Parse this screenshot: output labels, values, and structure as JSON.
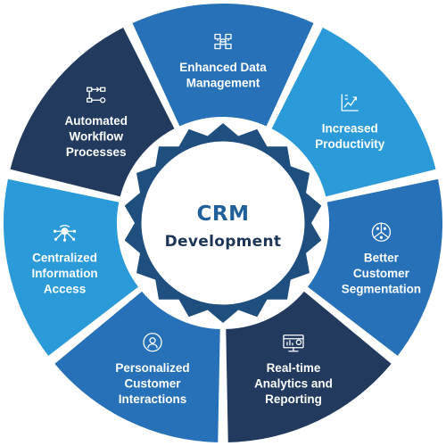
{
  "center": {
    "title": "CRM",
    "subtitle": "Development"
  },
  "segments": [
    {
      "lines": [
        "Enhanced Data",
        "Management"
      ],
      "icon": "data-management-icon",
      "color": "#2771b8"
    },
    {
      "lines": [
        "Increased",
        "Productivity"
      ],
      "icon": "growth-chart-icon",
      "color": "#2b9ad8"
    },
    {
      "lines": [
        "Better",
        "Customer",
        "Segmentation"
      ],
      "icon": "customer-segments-icon",
      "color": "#2771b8"
    },
    {
      "lines": [
        "Real-time",
        "Analytics and",
        "Reporting"
      ],
      "icon": "analytics-dashboard-icon",
      "color": "#213a5e"
    },
    {
      "lines": [
        "Personalized",
        "Customer",
        "Interactions"
      ],
      "icon": "personal-user-icon",
      "color": "#2771b8"
    },
    {
      "lines": [
        "Centralized",
        "Information",
        "Access"
      ],
      "icon": "network-hub-icon",
      "color": "#2b9ad8"
    },
    {
      "lines": [
        "Automated",
        "Workflow",
        "Processes"
      ],
      "icon": "workflow-icon",
      "color": "#213a5e"
    }
  ],
  "colors": {
    "dark": "#213a5e",
    "medium": "#2771b8",
    "light": "#2b9ad8",
    "hub_ring": "#1f4f7f",
    "center_fill": "#ffffff"
  }
}
